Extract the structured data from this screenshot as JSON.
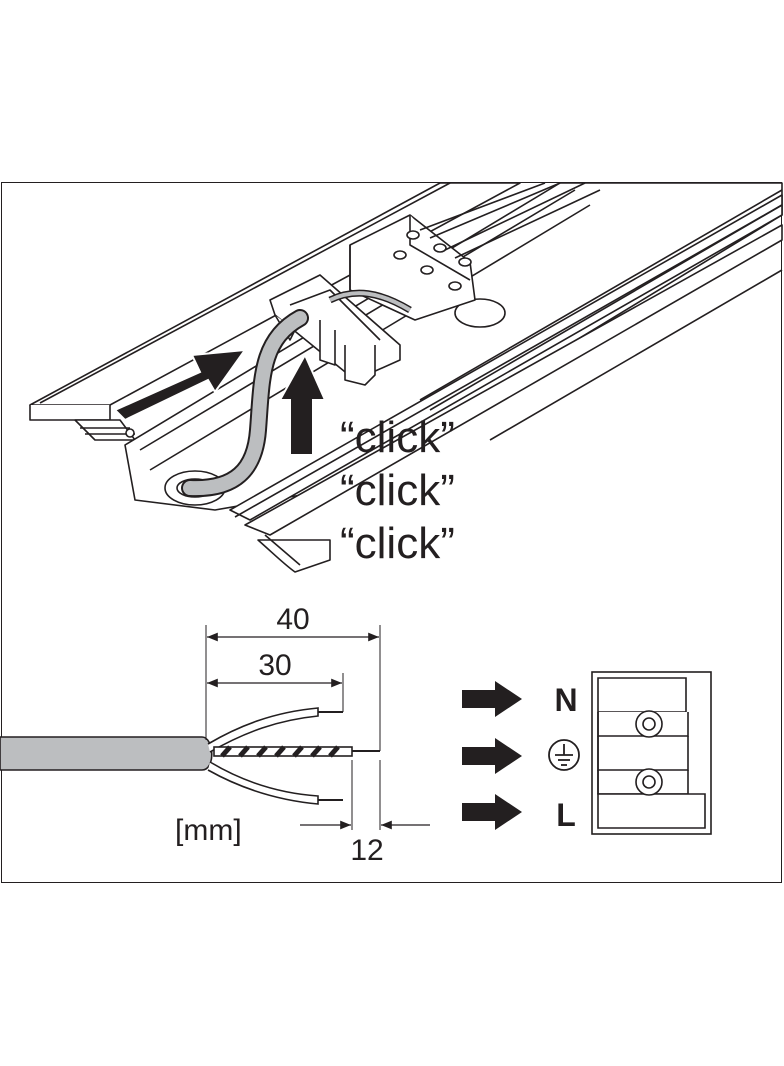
{
  "illustration": {
    "click_labels": [
      "“click”",
      "“click”",
      "“click”"
    ]
  },
  "cable_diagram": {
    "dim_outer": "40",
    "dim_inner": "30",
    "dim_strip": "12",
    "unit_label": "[mm]"
  },
  "terminal": {
    "label_n": "N",
    "label_l": "L",
    "earth_symbol": "earth-ground-icon"
  },
  "colors": {
    "line": "#231f20",
    "cable_gray": "#bcbec0",
    "background": "#ffffff"
  }
}
